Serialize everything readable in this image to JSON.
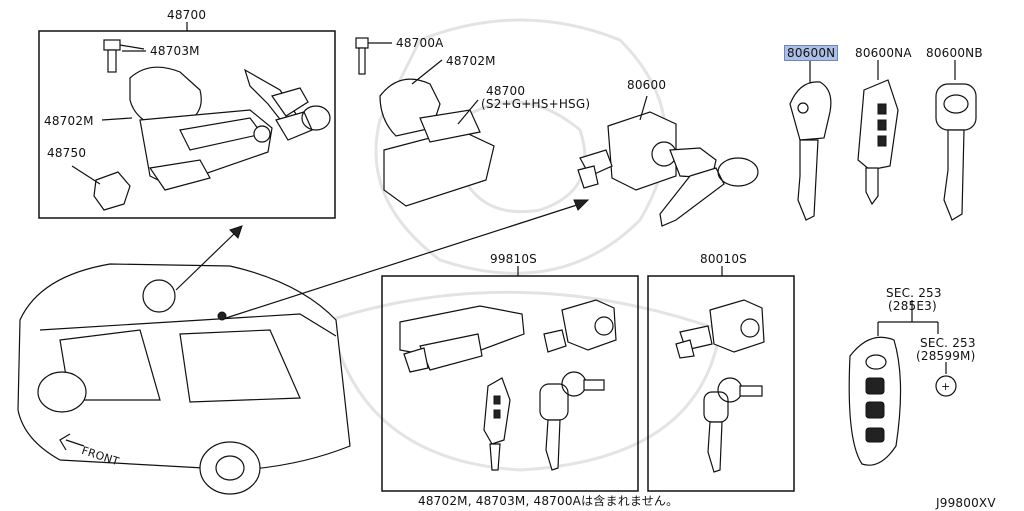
{
  "labels": {
    "asm_48700": "48700",
    "p48703m_a": "48703M",
    "p48702m_a": "48702M",
    "p48750": "48750",
    "p48700a": "48700A",
    "p48702m_b": "48702M",
    "p48700_b": "48700",
    "p48700_b_note": "(S2+G+HS+HSG)",
    "p80600": "80600",
    "p80600n": "80600N",
    "p80600na": "80600NA",
    "p80600nb": "80600NB",
    "kit_99810s": "99810S",
    "kit_80010s": "80010S",
    "sec253_a": "SEC. 253",
    "sec253_a_code": "(285E3)",
    "sec253_b": "SEC. 253",
    "sec253_b_code": "(28599M)",
    "front": "FRONT",
    "footnote": "48702M, 48703M, 48700Aは含まれません。",
    "diagram_id": "J99800XV"
  },
  "colors": {
    "line": "#111111",
    "highlight": "#aebfe6"
  }
}
